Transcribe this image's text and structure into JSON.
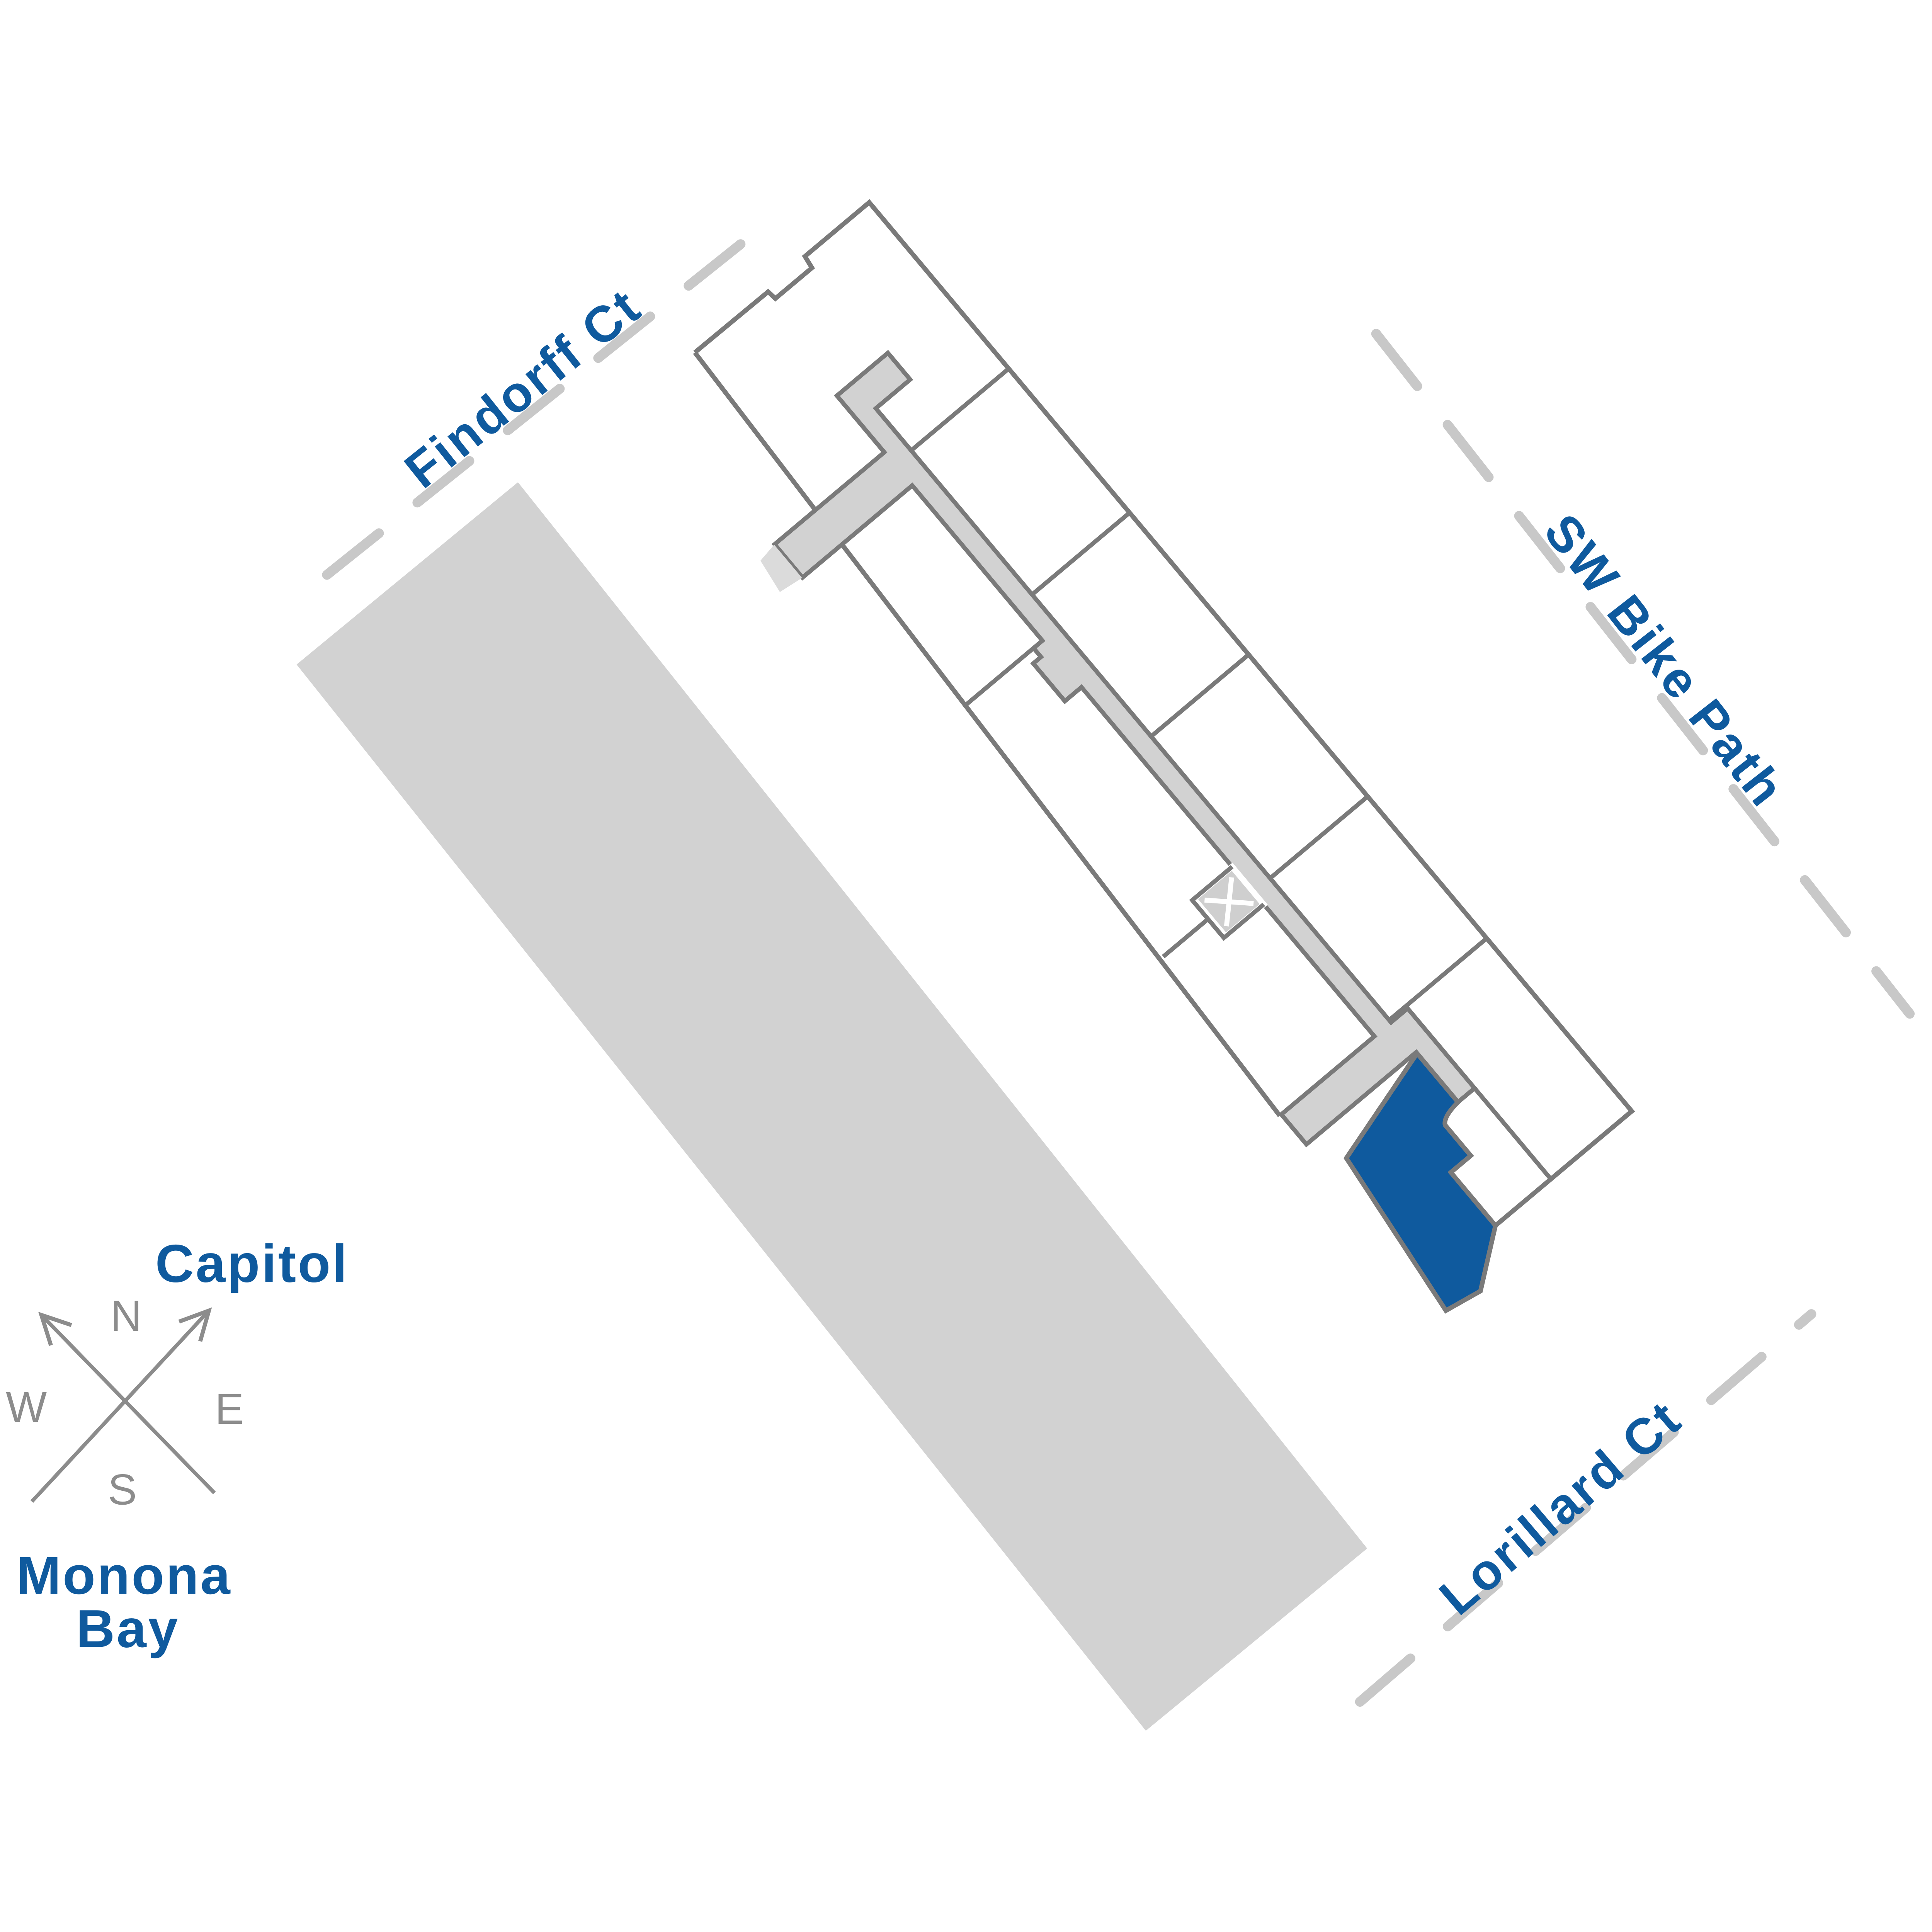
{
  "colors": {
    "accent_blue": "#0F5A9E",
    "wall_gray": "#7A7A7A",
    "corridor_gray": "#D2D2D2",
    "corridor_light": "#DBDBDB",
    "parking_gray": "#D2D2D2",
    "dash_gray": "#C8C8C8",
    "compass_gray": "#8C8C8C",
    "marker_fill": "#CFCFCF",
    "marker_stroke": "#FFFFFF",
    "background": "#FFFFFF"
  },
  "streets": {
    "findorff": {
      "label": "Findorff Ct"
    },
    "sw_bike_path": {
      "label": "SW Bike Path"
    },
    "lorillard": {
      "label": "Lorillard Ct"
    }
  },
  "landmarks": {
    "capitol": {
      "label": "Capitol"
    },
    "monona_bay": {
      "line1": "Monona",
      "line2": "Bay"
    }
  },
  "compass": {
    "n": "N",
    "e": "E",
    "s": "S",
    "w": "W"
  },
  "floorplan": {
    "selected_unit": {
      "id": "highlighted-unit",
      "color": "#0F5A9E"
    },
    "stair_marker": {
      "icon": "x-marker"
    }
  }
}
